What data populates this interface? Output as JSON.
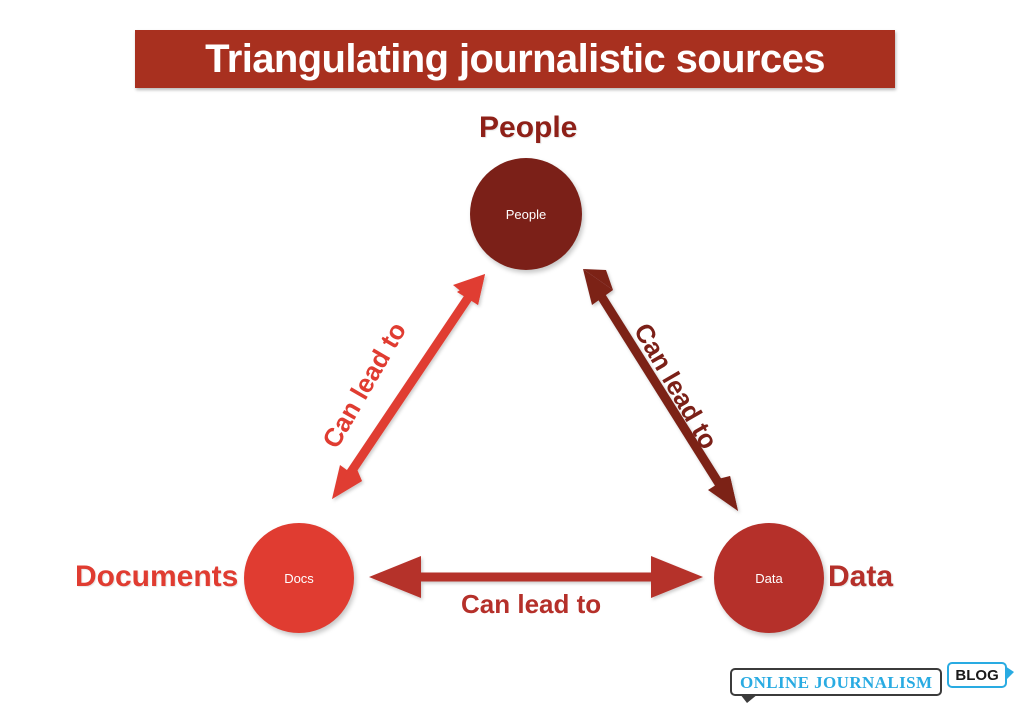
{
  "title": {
    "text": "Triangulating journalistic sources",
    "background_color": "#A8301F",
    "text_color": "#FFFFFF"
  },
  "colors": {
    "bright_red": "#E03C31",
    "medium_red": "#B5302A",
    "dark_maroon": "#7B2018",
    "banner_red": "#A8301F",
    "logo_blue": "#29ABE2"
  },
  "diagram": {
    "type": "triangle-relationship",
    "nodes": [
      {
        "id": "people",
        "inner_label": "People",
        "outer_label": "People",
        "fill": "#7B2018",
        "outer_label_color": "#8E2018",
        "position": "top"
      },
      {
        "id": "documents",
        "inner_label": "Docs",
        "outer_label": "Documents",
        "fill": "#E03C31",
        "outer_label_color": "#E03C31",
        "position": "bottom-left"
      },
      {
        "id": "data",
        "inner_label": "Data",
        "outer_label": "Data",
        "fill": "#B5302A",
        "outer_label_color": "#B5302A",
        "position": "bottom-right"
      }
    ],
    "edges": [
      {
        "id": "docs-people",
        "label": "Can lead to",
        "from": "documents",
        "to": "people",
        "bidirectional": true,
        "color": "#E03C31"
      },
      {
        "id": "people-data",
        "label": "Can lead to",
        "from": "people",
        "to": "data",
        "bidirectional": true,
        "color": "#7B2018"
      },
      {
        "id": "docs-data",
        "label": "Can lead to",
        "from": "documents",
        "to": "data",
        "bidirectional": true,
        "color": "#B5302A"
      }
    ]
  },
  "logo": {
    "main_text": "ONLINE JOURNALISM",
    "badge_text": "BLOG",
    "main_text_color": "#29ABE2",
    "badge_border_color": "#29ABE2"
  }
}
